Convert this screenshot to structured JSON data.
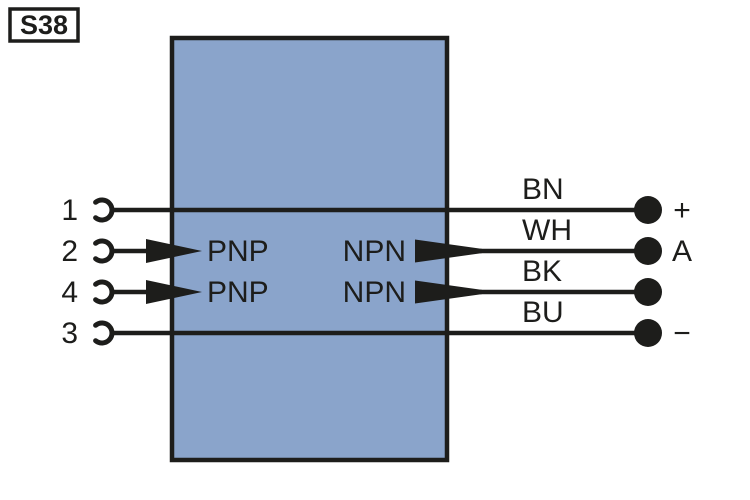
{
  "diagram": {
    "id": "S38",
    "body_fill": "#8aa4cb",
    "line_color": "#1d1d1b",
    "pins": [
      {
        "pin": "1",
        "color": "BN",
        "terminal": "+",
        "left_output": "",
        "right_output": ""
      },
      {
        "pin": "2",
        "color": "WH",
        "terminal": "A",
        "left_output": "PNP",
        "right_output": "NPN"
      },
      {
        "pin": "4",
        "color": "BK",
        "terminal": "",
        "left_output": "PNP",
        "right_output": "NPN"
      },
      {
        "pin": "3",
        "color": "BU",
        "terminal": "−",
        "left_output": "",
        "right_output": ""
      }
    ]
  }
}
